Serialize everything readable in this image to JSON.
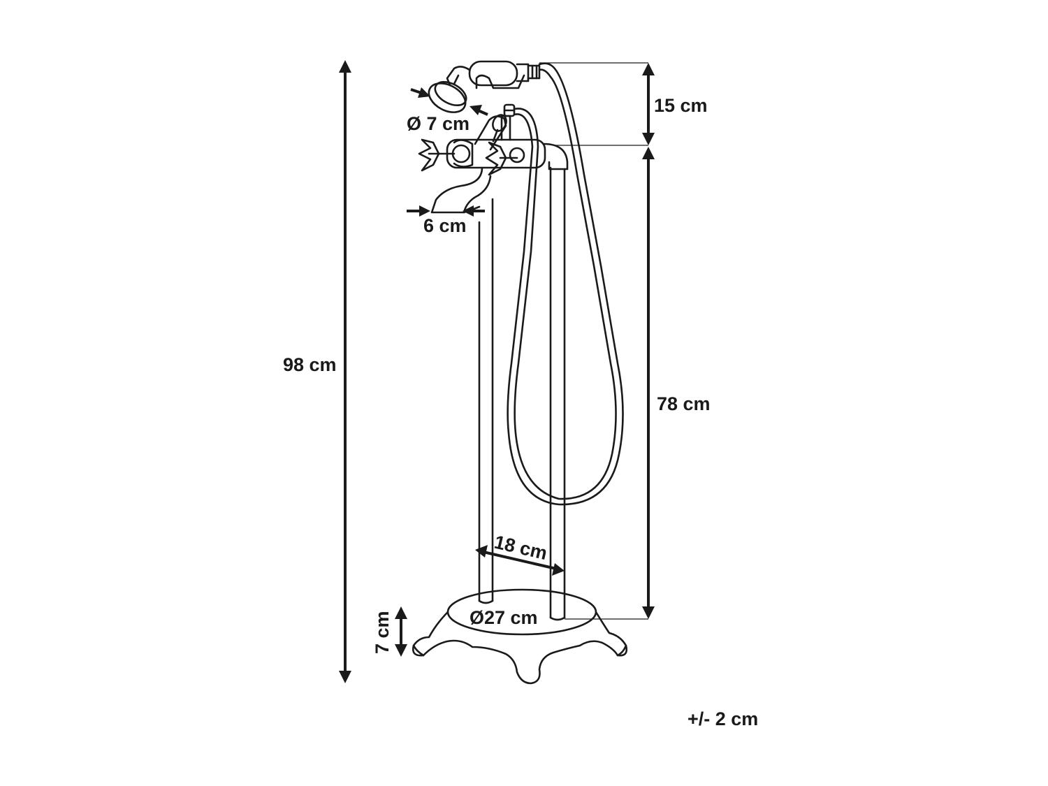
{
  "dimensions": {
    "total_height": "98 cm",
    "handshower_height": "15 cm",
    "column_height": "78 cm",
    "shower_head_diameter": "Ø 7 cm",
    "spout_width": "6 cm",
    "column_spacing": "18 cm",
    "base_diameter": "Ø27 cm",
    "base_height": "7 cm"
  },
  "tolerance": "+/- 2 cm",
  "colors": {
    "line": "#1a1a1a",
    "background": "#ffffff"
  }
}
